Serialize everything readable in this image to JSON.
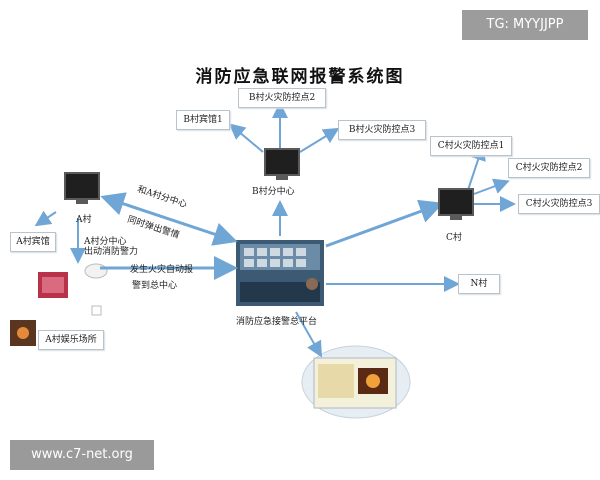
{
  "title": "消防应急联网报警系统图",
  "tag": "TG: MYYJJPP",
  "watermark": "www.c7-net.org",
  "center": {
    "label": "消防应急接警总平台"
  },
  "b_center": {
    "label": "B村分中心"
  },
  "b_nodes": {
    "hotel": "B村宾馆1",
    "point2": "B村火灾防控点2",
    "point3": "B村火灾防控点3"
  },
  "c_center": {
    "label": "C村"
  },
  "c_nodes": {
    "point1": "C村火灾防控点1",
    "point2": "C村火灾防控点2",
    "point3": "C村火灾防控点3"
  },
  "a_center": {
    "label": "A村"
  },
  "a_nodes": {
    "hotel": "A村宾馆",
    "entertainment": "A村娱乐场所"
  },
  "n_node": "N村",
  "edges": {
    "a_to_center_1": "和A村分中心",
    "a_to_center_2": "同时弹出警情",
    "a_dispatch_1": "A村分中心",
    "a_dispatch_2": "出动消防警力",
    "fire_report_1": "发生火灾自动报",
    "fire_report_2": "警到总中心"
  },
  "colors": {
    "arrow": "#6fa6d6",
    "arrow_light": "#a9c8e6"
  }
}
